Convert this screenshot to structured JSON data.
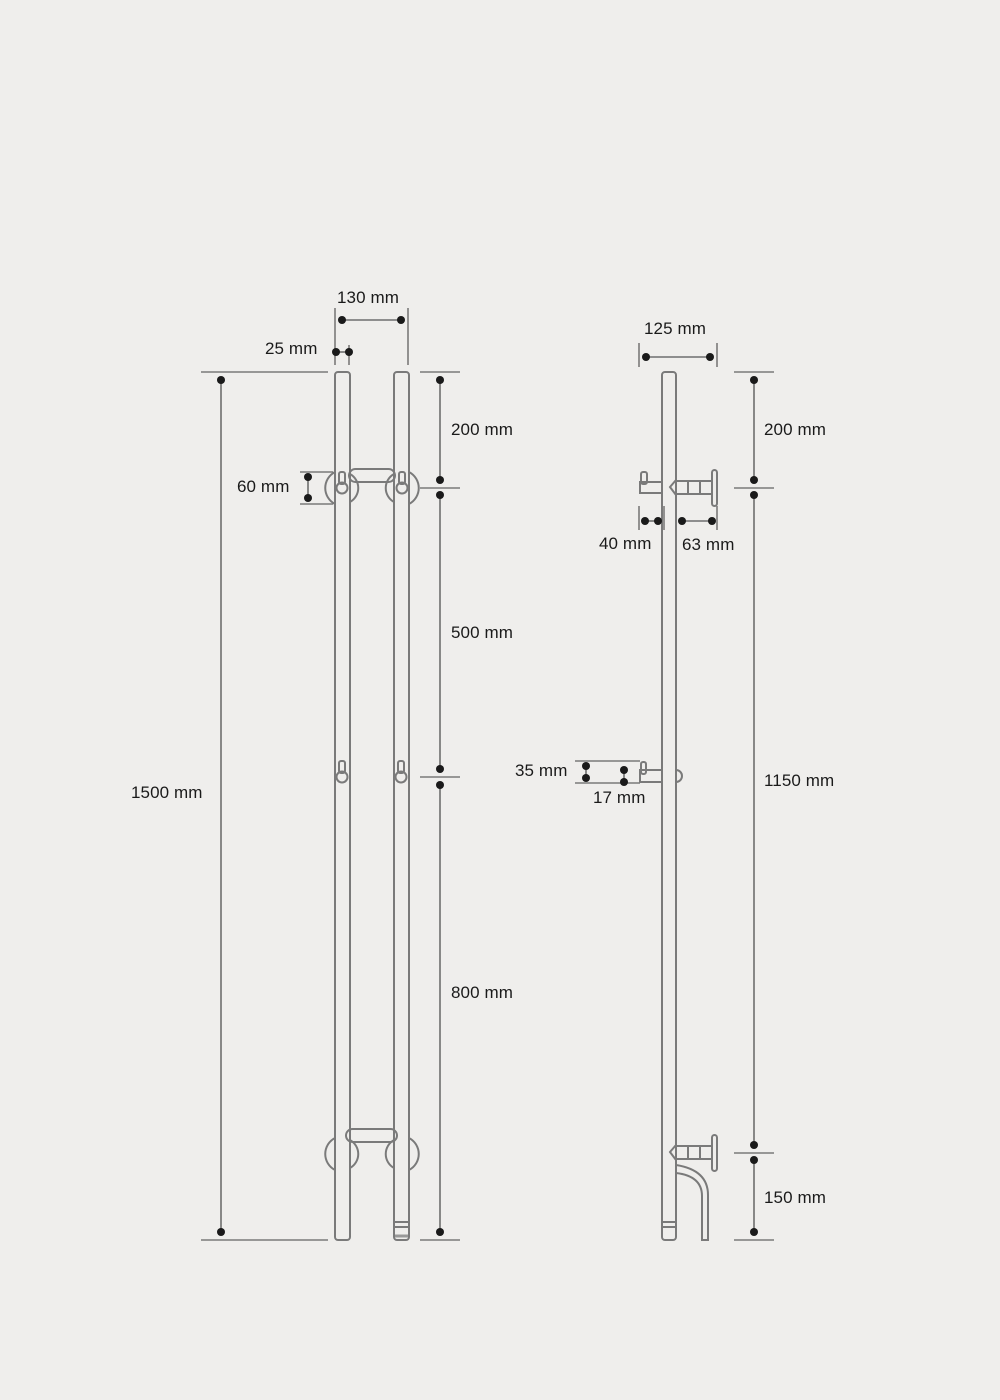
{
  "colors": {
    "background": "#efeeec",
    "part_stroke": "#7a7a7a",
    "dim_line": "#6e6e6e",
    "dim_dot": "#1a1a1a",
    "text": "#1a1a1a"
  },
  "front_view": {
    "labels": {
      "bar_spacing": "130 mm",
      "bar_diameter": "25 mm",
      "bracket_height": "60 mm",
      "total_height": "1500 mm",
      "top_segment": "200 mm",
      "middle_segment": "500 mm",
      "bottom_segment": "800 mm"
    }
  },
  "side_view": {
    "labels": {
      "projection": "125 mm",
      "top_segment": "200 mm",
      "hook_depth": "40 mm",
      "bracket_depth": "63 mm",
      "peg_height": "35 mm",
      "peg_depth": "17 mm",
      "middle_segment": "1150 mm",
      "bottom_segment": "150 mm"
    }
  }
}
